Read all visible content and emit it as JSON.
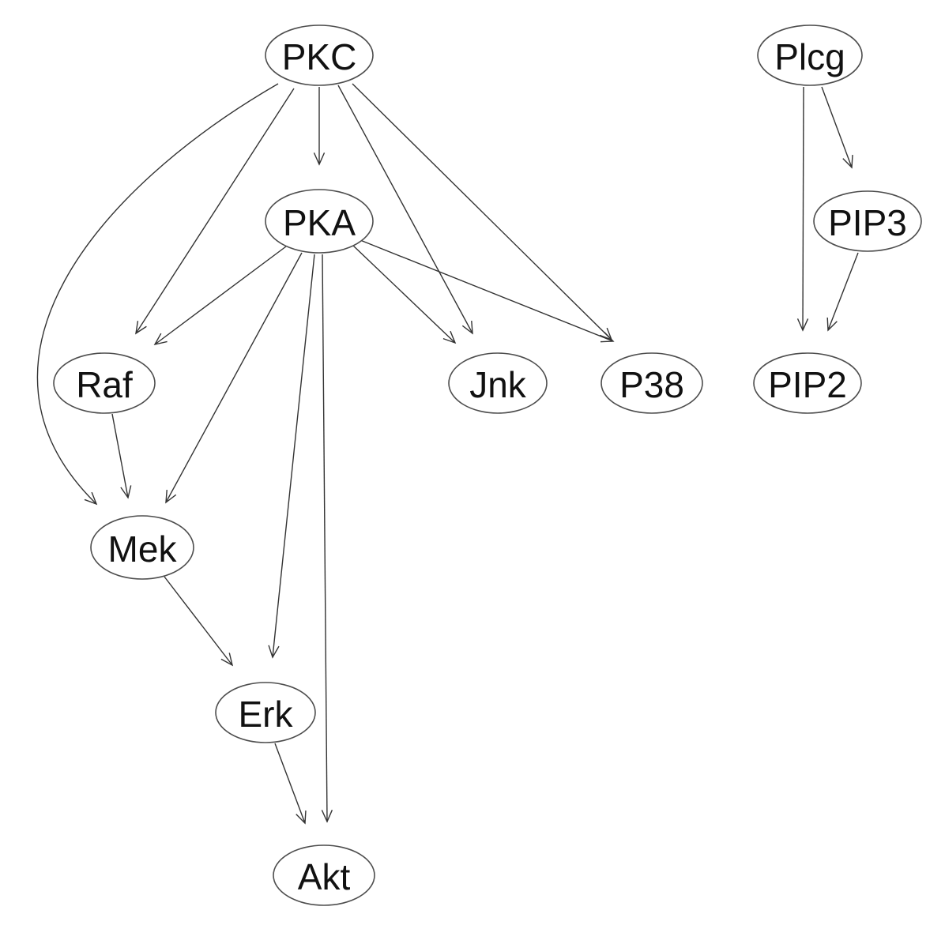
{
  "graph": {
    "nodes": [
      {
        "id": "PKC",
        "label": "PKC"
      },
      {
        "id": "PKA",
        "label": "PKA"
      },
      {
        "id": "Raf",
        "label": "Raf"
      },
      {
        "id": "Jnk",
        "label": "Jnk"
      },
      {
        "id": "P38",
        "label": "P38"
      },
      {
        "id": "Mek",
        "label": "Mek"
      },
      {
        "id": "Erk",
        "label": "Erk"
      },
      {
        "id": "Akt",
        "label": "Akt"
      },
      {
        "id": "Plcg",
        "label": "Plcg"
      },
      {
        "id": "PIP3",
        "label": "PIP3"
      },
      {
        "id": "PIP2",
        "label": "PIP2"
      }
    ],
    "edges": [
      {
        "from": "PKC",
        "to": "PKA"
      },
      {
        "from": "PKC",
        "to": "Raf"
      },
      {
        "from": "PKC",
        "to": "Mek"
      },
      {
        "from": "PKC",
        "to": "Jnk"
      },
      {
        "from": "PKC",
        "to": "P38"
      },
      {
        "from": "PKA",
        "to": "Raf"
      },
      {
        "from": "PKA",
        "to": "Mek"
      },
      {
        "from": "PKA",
        "to": "Erk"
      },
      {
        "from": "PKA",
        "to": "Akt"
      },
      {
        "from": "PKA",
        "to": "Jnk"
      },
      {
        "from": "PKA",
        "to": "P38"
      },
      {
        "from": "Raf",
        "to": "Mek"
      },
      {
        "from": "Mek",
        "to": "Erk"
      },
      {
        "from": "Erk",
        "to": "Akt"
      },
      {
        "from": "Plcg",
        "to": "PIP3"
      },
      {
        "from": "Plcg",
        "to": "PIP2"
      },
      {
        "from": "PIP3",
        "to": "PIP2"
      }
    ]
  }
}
